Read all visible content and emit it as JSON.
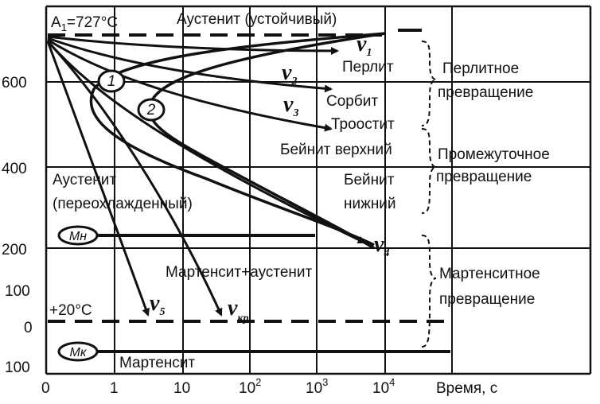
{
  "labels": {
    "a1": "A",
    "a1_sub": "1",
    "a1_value": "=727°C",
    "austenite_stable": "Аустенит (устойчивый)",
    "pearlite": "Перлит",
    "sorbite": "Сорбит",
    "troostite": "Троостит",
    "bainite_upper": "Бейнит верхний",
    "bainite_lower_1": "Бейнит",
    "bainite_lower_2": "нижний",
    "austenite_super_1": "Аустенит",
    "austenite_super_2": "(переохлажденный)",
    "martensite_austenite": "Мартенсит+аустенит",
    "martensite": "Мартенсит",
    "plus20": "+20°C",
    "mn": "Мн",
    "mk": "Мк",
    "circle1": "1",
    "circle2": "2"
  },
  "regions": {
    "pearlitic_1": "Перлитное",
    "pearlitic_2": "превращение",
    "intermediate_1": "Промежуточное",
    "intermediate_2": "превращение",
    "martensitic_1": "Мартенситное",
    "martensitic_2": "превращение"
  },
  "velocities": {
    "v1": "v",
    "v1_sub": "1",
    "v2": "v",
    "v2_sub": "2",
    "v3": "v",
    "v3_sub": "3",
    "v4": "v",
    "v4_sub": "4",
    "v5": "v",
    "v5_sub": "5",
    "vkr": "v",
    "vkr_sub": "кр"
  },
  "y_ticks": [
    "600",
    "400",
    "200",
    "100",
    "0",
    "100"
  ],
  "x_ticks": {
    "t0": "0",
    "t1": "1",
    "t10": "10",
    "t100": "10",
    "t100_exp": "2",
    "t1000": "10",
    "t1000_exp": "3",
    "t10000": "10",
    "t10000_exp": "4"
  },
  "x_axis_label": "Время, с"
}
